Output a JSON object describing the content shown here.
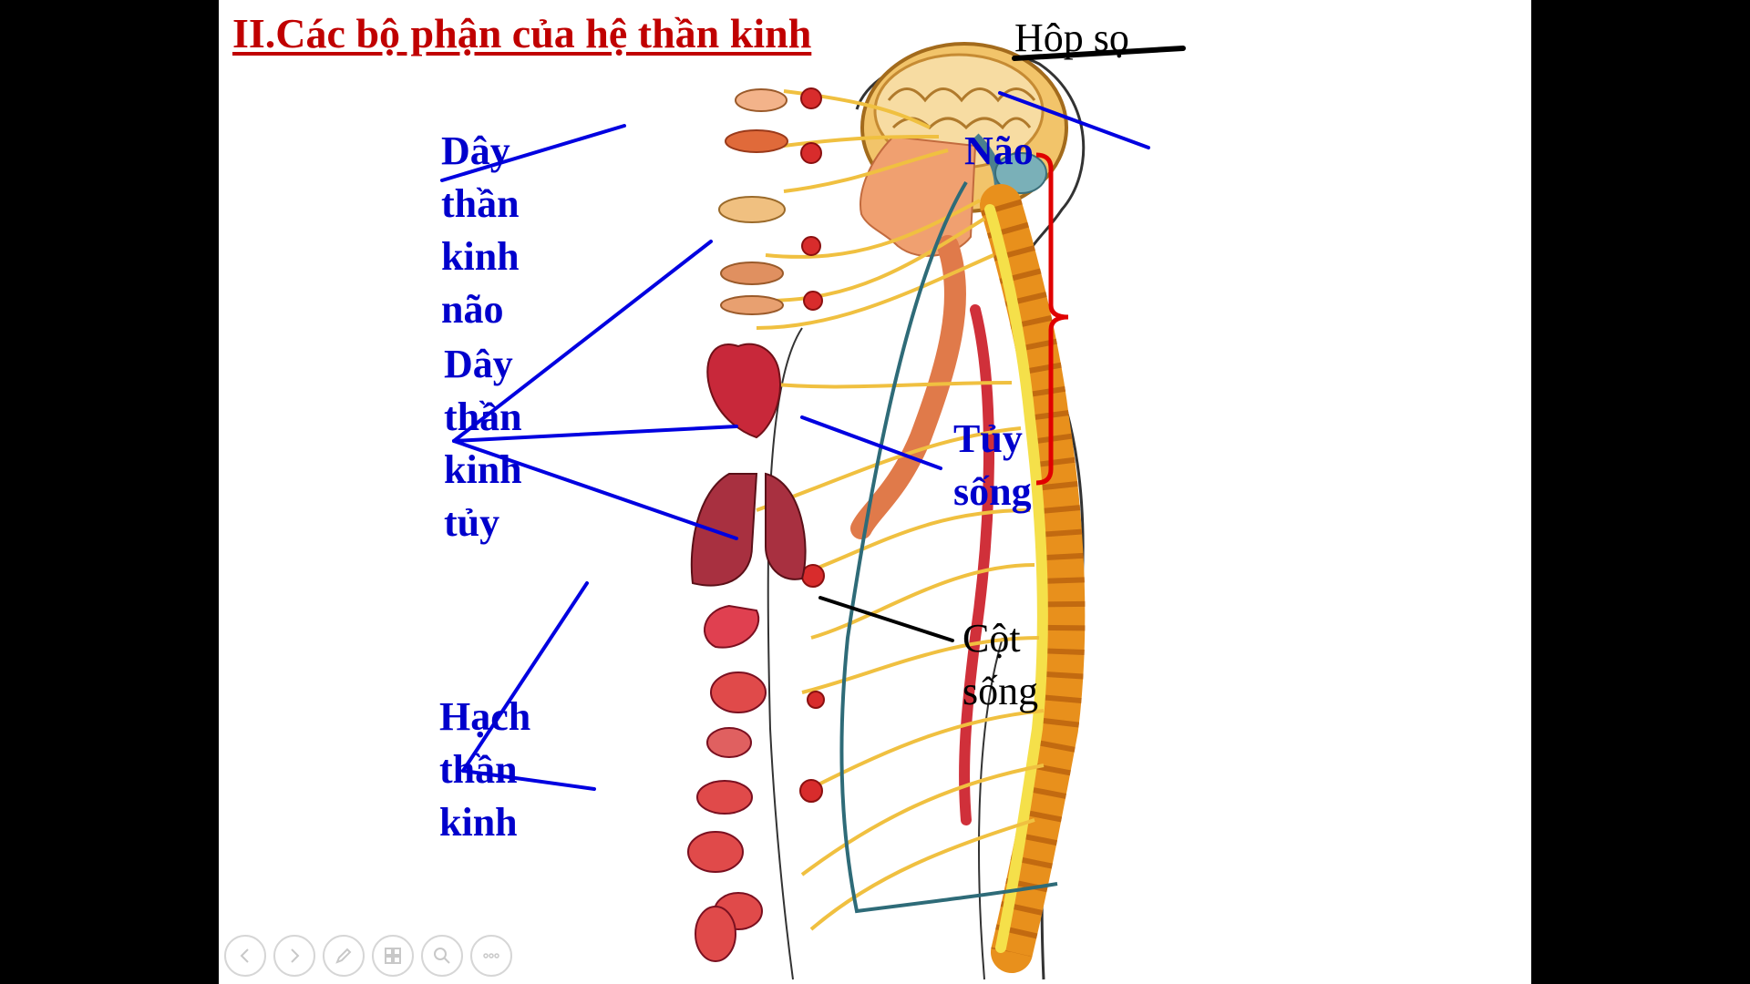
{
  "slide": {
    "title": "II.Các bộ phận của hệ thần kinh",
    "labels": {
      "hop_so": "Hộp sọ",
      "nao": "Não",
      "tuy_song": [
        "Tủy",
        "sống"
      ],
      "cot_song": [
        "Cột",
        "sống"
      ],
      "day_tk_nao": [
        "Dây",
        "thần",
        "kinh",
        "não"
      ],
      "day_tk_tuy": [
        "Dây",
        "thần",
        "kinh",
        "tủy"
      ],
      "hach_tk": [
        "Hạch",
        "thần",
        "kinh"
      ]
    },
    "colors": {
      "title": "#c00000",
      "label_blue": "#0000cc",
      "leader_blue": "#0000e0",
      "bracket_red": "#e00000",
      "nerve_yellow": "#f0c040",
      "bone_orange": "#e8901c",
      "organ_red": "#c8283a"
    }
  },
  "controls": [
    {
      "icon": "previous-icon"
    },
    {
      "icon": "next-icon"
    },
    {
      "icon": "pen-icon"
    },
    {
      "icon": "slides-icon"
    },
    {
      "icon": "zoom-icon"
    },
    {
      "icon": "more-icon"
    }
  ]
}
